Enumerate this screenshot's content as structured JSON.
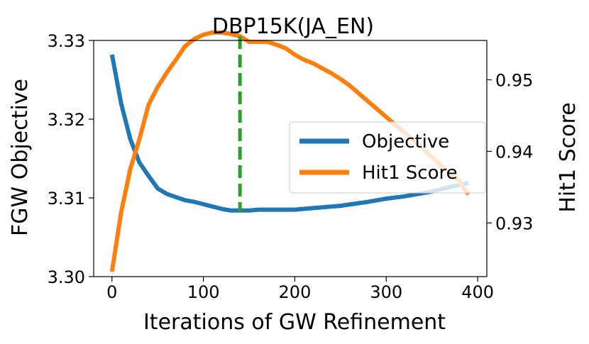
{
  "chart_data": {
    "type": "line",
    "title": "DBP15K(JA_EN)",
    "xlabel": "Iterations of GW Refinement",
    "ylabel": "FGW Objective",
    "y2label": "Hit1 Score",
    "xlim": [
      -20,
      410
    ],
    "ylim": [
      3.3,
      3.33
    ],
    "y2lim": [
      0.9225,
      0.9555
    ],
    "x_ticks": [
      0,
      100,
      200,
      300,
      400
    ],
    "x_tick_labels": [
      "0",
      "100",
      "200",
      "300",
      "400"
    ],
    "y_ticks": [
      3.3,
      3.31,
      3.32,
      3.33
    ],
    "y_tick_labels": [
      "3.30",
      "3.31",
      "3.32",
      "3.33"
    ],
    "y2_ticks": [
      0.93,
      0.94,
      0.95
    ],
    "y2_tick_labels": [
      "0.93",
      "0.94",
      "0.95"
    ],
    "grid": false,
    "legend_position": "right",
    "vline": {
      "x": 140,
      "color": "#2ca02c",
      "style": "dashed"
    },
    "series": [
      {
        "name": "Objective",
        "axis": "left",
        "color": "#1f77b4",
        "x": [
          0,
          10,
          20,
          30,
          40,
          50,
          60,
          70,
          80,
          90,
          100,
          110,
          120,
          130,
          140,
          150,
          160,
          170,
          180,
          190,
          200,
          220,
          250,
          280,
          300,
          320,
          350,
          370,
          390
        ],
        "y": [
          3.3282,
          3.322,
          3.3175,
          3.3145,
          3.3128,
          3.3112,
          3.3105,
          3.3101,
          3.3097,
          3.3095,
          3.3092,
          3.3089,
          3.3086,
          3.3084,
          3.3084,
          3.3084,
          3.3085,
          3.3085,
          3.3085,
          3.3085,
          3.3085,
          3.3087,
          3.309,
          3.3095,
          3.3099,
          3.3102,
          3.3108,
          3.3114,
          3.3119
        ]
      },
      {
        "name": "Hit1 Score",
        "axis": "right",
        "color": "#ff7f0e",
        "x": [
          0,
          10,
          20,
          30,
          40,
          50,
          60,
          70,
          80,
          90,
          100,
          110,
          120,
          130,
          140,
          150,
          160,
          170,
          180,
          190,
          200,
          210,
          220,
          230,
          240,
          250,
          260,
          280,
          300,
          320,
          340,
          360,
          380,
          390
        ],
        "y": [
          0.9232,
          0.9315,
          0.9375,
          0.9417,
          0.9465,
          0.949,
          0.951,
          0.9528,
          0.9547,
          0.9557,
          0.9563,
          0.9566,
          0.9566,
          0.9564,
          0.9561,
          0.9553,
          0.9553,
          0.9553,
          0.9549,
          0.9544,
          0.9535,
          0.9528,
          0.9523,
          0.9516,
          0.9509,
          0.9501,
          0.9492,
          0.947,
          0.9448,
          0.9426,
          0.9404,
          0.938,
          0.9358,
          0.934
        ]
      }
    ]
  }
}
